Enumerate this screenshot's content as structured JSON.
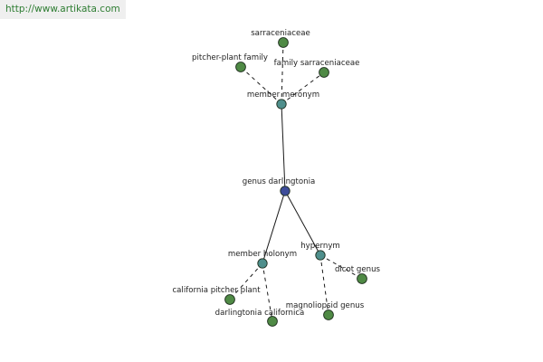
{
  "header": {
    "url_text": "http://www.artikata.com"
  },
  "colors": {
    "center_node": "#3d4c9a",
    "relation_node": "#4f8f8c",
    "leaf_node": "#4f8a45",
    "edge": "#1a1a1a",
    "url_text": "#2e7d32",
    "url_background": "#efefef"
  },
  "graph": {
    "nodes": {
      "center": {
        "label": "genus darlingtonia",
        "kind": "center"
      },
      "member_meronym": {
        "label": "member meronym",
        "kind": "relation"
      },
      "member_holonym": {
        "label": "member holonym",
        "kind": "relation"
      },
      "hypernym": {
        "label": "hypernym",
        "kind": "relation"
      },
      "sarraceniaceae": {
        "label": "sarraceniaceae",
        "kind": "leaf"
      },
      "pitcher_plant_family": {
        "label": "pitcher-plant family",
        "kind": "leaf"
      },
      "family_sarraceniaceae": {
        "label": "family sarraceniaceae",
        "kind": "leaf"
      },
      "california_pitcher_plant": {
        "label": "california pitcher plant",
        "kind": "leaf"
      },
      "darlingtonia_californica": {
        "label": "darlingtonia californica",
        "kind": "leaf"
      },
      "dicot_genus": {
        "label": "dicot genus",
        "kind": "leaf"
      },
      "magnoliopsid_genus": {
        "label": "magnoliopsid genus",
        "kind": "leaf"
      }
    },
    "edges": [
      {
        "from": "center",
        "to": "member_meronym",
        "style": "solid"
      },
      {
        "from": "center",
        "to": "member_holonym",
        "style": "solid"
      },
      {
        "from": "center",
        "to": "hypernym",
        "style": "solid"
      },
      {
        "from": "member_meronym",
        "to": "sarraceniaceae",
        "style": "dashed"
      },
      {
        "from": "member_meronym",
        "to": "pitcher_plant_family",
        "style": "dashed"
      },
      {
        "from": "member_meronym",
        "to": "family_sarraceniaceae",
        "style": "dashed"
      },
      {
        "from": "member_holonym",
        "to": "california_pitcher_plant",
        "style": "dashed"
      },
      {
        "from": "member_holonym",
        "to": "darlingtonia_californica",
        "style": "dashed"
      },
      {
        "from": "hypernym",
        "to": "dicot_genus",
        "style": "dashed"
      },
      {
        "from": "hypernym",
        "to": "magnoliopsid_genus",
        "style": "dashed"
      }
    ]
  }
}
